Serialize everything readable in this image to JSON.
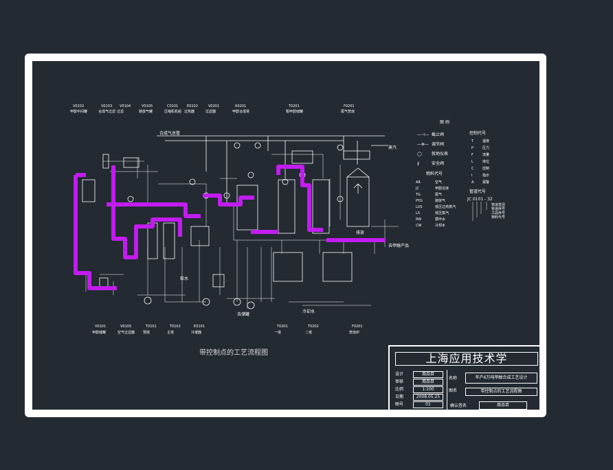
{
  "colors": {
    "background": "#232a32",
    "frame": "#ffffff",
    "line": "#ffffff",
    "highlight": "#c21cf0"
  },
  "caption": "带控制点的工艺流程图",
  "equipment_top": [
    {
      "tag": "V0102",
      "name": "甲醇中间罐"
    },
    {
      "tag": "V0103",
      "name": "合成气过滤"
    },
    {
      "tag": "V0104",
      "name": "过滤"
    },
    {
      "tag": "V0105",
      "name": "驰放气罐"
    },
    {
      "tag": "C0101",
      "name": "压缩机机组"
    },
    {
      "tag": "E0102",
      "name": "过热器"
    },
    {
      "tag": "V0201",
      "name": "过滤器"
    },
    {
      "tag": "R0201",
      "name": "甲醇合成塔"
    },
    {
      "tag": "T0201",
      "name": "粗甲醇储罐"
    },
    {
      "tag": "F0201",
      "name": "尾气焚烧"
    }
  ],
  "equipment_bottom": [
    {
      "tag": "V0101",
      "name": "甲醇储罐"
    },
    {
      "tag": "V0105",
      "name": "空气过滤器"
    },
    {
      "tag": "T0101",
      "name": "预塔"
    },
    {
      "tag": "T0102",
      "name": "主塔"
    },
    {
      "tag": "E0101",
      "name": "冷凝器"
    },
    {
      "tag": "T0201",
      "name": "一塔"
    },
    {
      "tag": "T0202",
      "name": "二塔"
    },
    {
      "tag": "F0201",
      "name": "焚烧炉"
    }
  ],
  "labels": {
    "feed_gas": "合成气总管",
    "steam": "蒸汽",
    "water": "软水",
    "cooling": "冷却水",
    "product": "去甲醇产品",
    "to_tank": "去储罐",
    "exhaust": "排放"
  },
  "legend": {
    "title": "图 例",
    "lines": [
      {
        "symbol": "—⊣—",
        "label": "截止阀"
      },
      {
        "symbol": "—⊗—",
        "label": "调节阀"
      },
      {
        "symbol": "◯",
        "label": "就地仪表"
      },
      {
        "symbol": "∮",
        "label": "安全阀"
      }
    ],
    "medium_title": "物料代号",
    "media": [
      {
        "code": "AR",
        "label": "空气"
      },
      {
        "code": "JC",
        "label": "甲醇溶液"
      },
      {
        "code": "TG",
        "label": "尾气"
      },
      {
        "code": "PYG",
        "label": "驰放气"
      },
      {
        "code": "LUS",
        "label": "低压过热蒸汽"
      },
      {
        "code": "LS",
        "label": "低压蒸汽"
      },
      {
        "code": "RW",
        "label": "循环水"
      },
      {
        "code": "CW",
        "label": "冷却水"
      }
    ],
    "control_title": "控制代号",
    "controls": [
      {
        "code": "T",
        "label": "温度"
      },
      {
        "code": "P",
        "label": "压力"
      },
      {
        "code": "F",
        "label": "流量"
      },
      {
        "code": "L",
        "label": "液位"
      },
      {
        "code": "C",
        "label": "控制"
      },
      {
        "code": "I",
        "label": "指示"
      },
      {
        "code": "A",
        "label": "报警"
      }
    ],
    "pipe_title": "管道代号",
    "pipe_code": "JC 0101 - 32",
    "pipe_parts": [
      "管道直径",
      "管道序号",
      "工段序号",
      "物料代号"
    ]
  },
  "title_block": {
    "school": "上海应用技术学",
    "rows": [
      {
        "label": "设计",
        "value": "周品目"
      },
      {
        "label": "审核",
        "value": "周品目"
      },
      {
        "label": "比例",
        "value": "1:100"
      },
      {
        "label": "日期",
        "value": "2008.05.25"
      },
      {
        "label": "图号",
        "value": "01"
      }
    ],
    "name_label": "名称",
    "project": "年产6万吨甲醇合成工艺设计",
    "drawing_label": "图名",
    "drawing_name": "带控制点的工艺流程图",
    "signer_label": "确认签名",
    "signer": "周品目"
  }
}
